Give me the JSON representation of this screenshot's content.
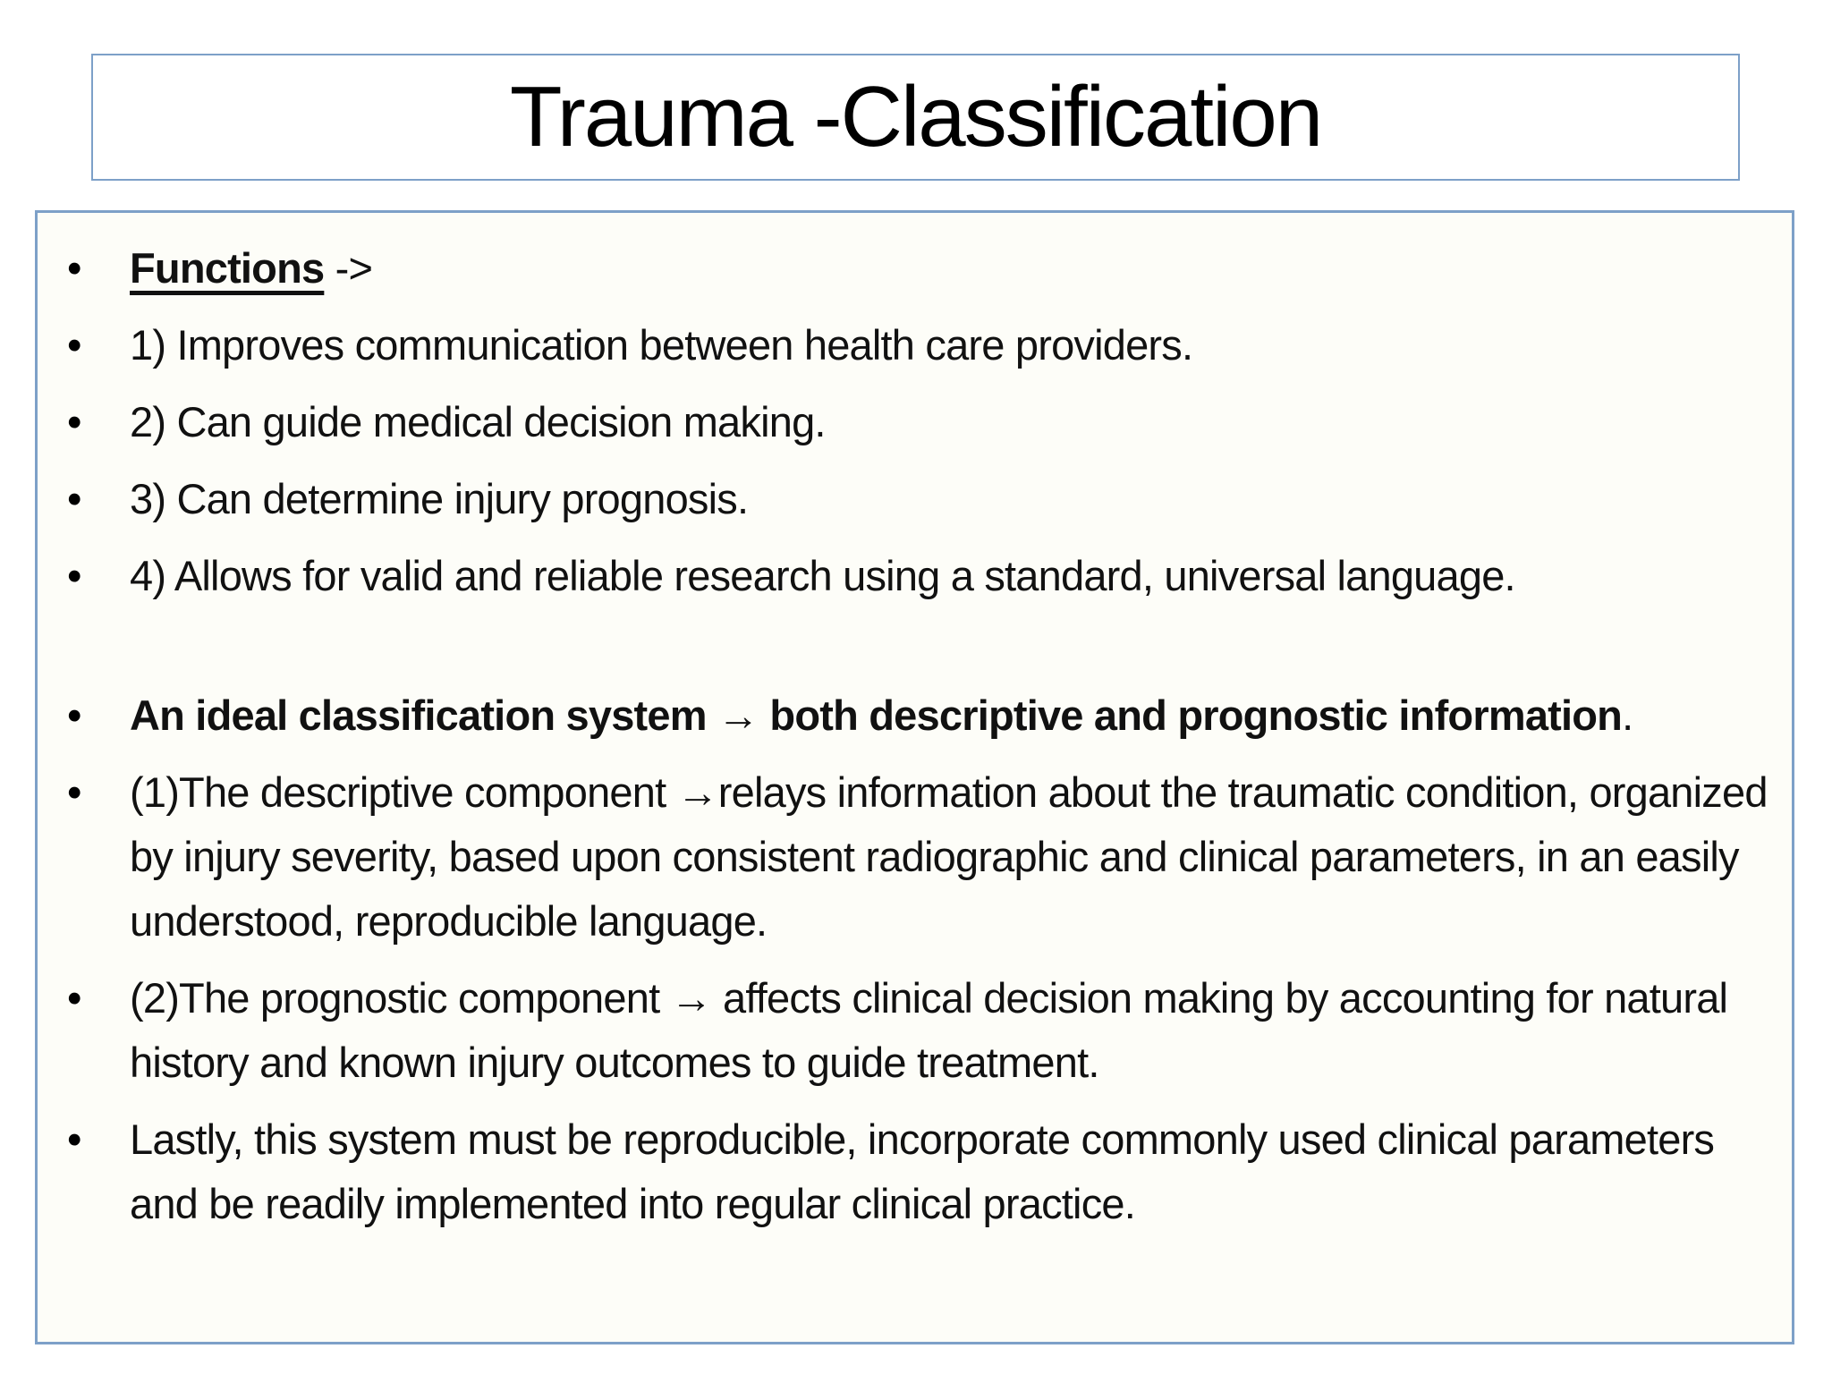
{
  "title": {
    "text": "Trauma -Classification"
  },
  "content": {
    "bullets": [
      {
        "segments": [
          {
            "text": "Functions",
            "bold": true,
            "underline": true
          },
          {
            "text": " ->"
          }
        ]
      },
      {
        "segments": [
          {
            "text": "1) Improves communication between health care providers."
          }
        ]
      },
      {
        "segments": [
          {
            "text": "2) Can guide medical decision making."
          }
        ]
      },
      {
        "segments": [
          {
            "text": "3) Can determine injury prognosis."
          }
        ]
      },
      {
        "segments": [
          {
            "text": "4) Allows for valid and reliable research using a standard, universal language."
          }
        ]
      },
      {
        "gap_before": true,
        "nowrap": true,
        "segments": [
          {
            "text": "An ideal classification system → both descriptive and prognostic information",
            "bold": true
          },
          {
            "text": "."
          }
        ]
      },
      {
        "segments": [
          {
            "text": "(1)The descriptive component →relays information about the traumatic condition, organized by injury severity, based upon consistent radiographic and clinical parameters, in an easily understood, reproducible language."
          }
        ]
      },
      {
        "segments": [
          {
            "text": "(2)The prognostic component → affects clinical decision making by accounting for natural history and known injury outcomes to guide treatment."
          }
        ]
      },
      {
        "segments": [
          {
            "text": "Lastly, this system must be reproducible, incorporate commonly used clinical parameters and be readily implemented into regular clinical practice."
          }
        ]
      }
    ]
  },
  "colors": {
    "border_blue": "#7DA0C8",
    "box_background": "#FDFDF8",
    "text_black": "#111111"
  }
}
